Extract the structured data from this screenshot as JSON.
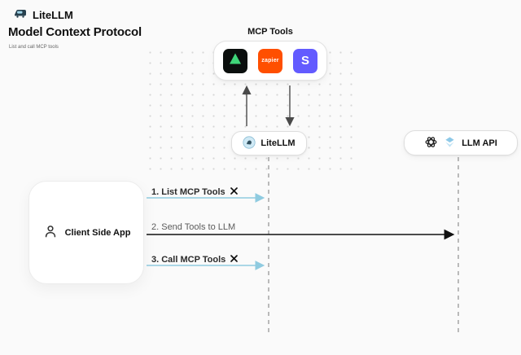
{
  "header": {
    "logo": {
      "text": "LiteLLM"
    },
    "title": "Model Context Protocol",
    "subtitle": "List and call MCP tools"
  },
  "mcp": {
    "label": "MCP Tools",
    "tools": [
      {
        "name": "green-triangle-tool",
        "label": ""
      },
      {
        "name": "zapier",
        "label": "zapier"
      },
      {
        "name": "stripe",
        "label": "S"
      }
    ]
  },
  "nodes": {
    "litellm": {
      "label": "LiteLLM"
    },
    "llm_api": {
      "label": "LLM API"
    },
    "client": {
      "label": "Client Side App"
    }
  },
  "sequence": {
    "steps": [
      {
        "label": "1. List MCP Tools",
        "color": "#8fcbe0"
      },
      {
        "label": "2. Send Tools to LLM",
        "color": "#111111"
      },
      {
        "label": "3. Call MCP Tools",
        "color": "#8fcbe0"
      }
    ]
  },
  "colors": {
    "background": "#fafafa",
    "arrow_blue": "#8fcbe0",
    "arrow_black": "#111111",
    "arrow_gray": "#4a4a4a",
    "zapier_orange": "#ff4f00",
    "stripe_purple": "#635bff",
    "tool_green": "#3fd67a"
  }
}
